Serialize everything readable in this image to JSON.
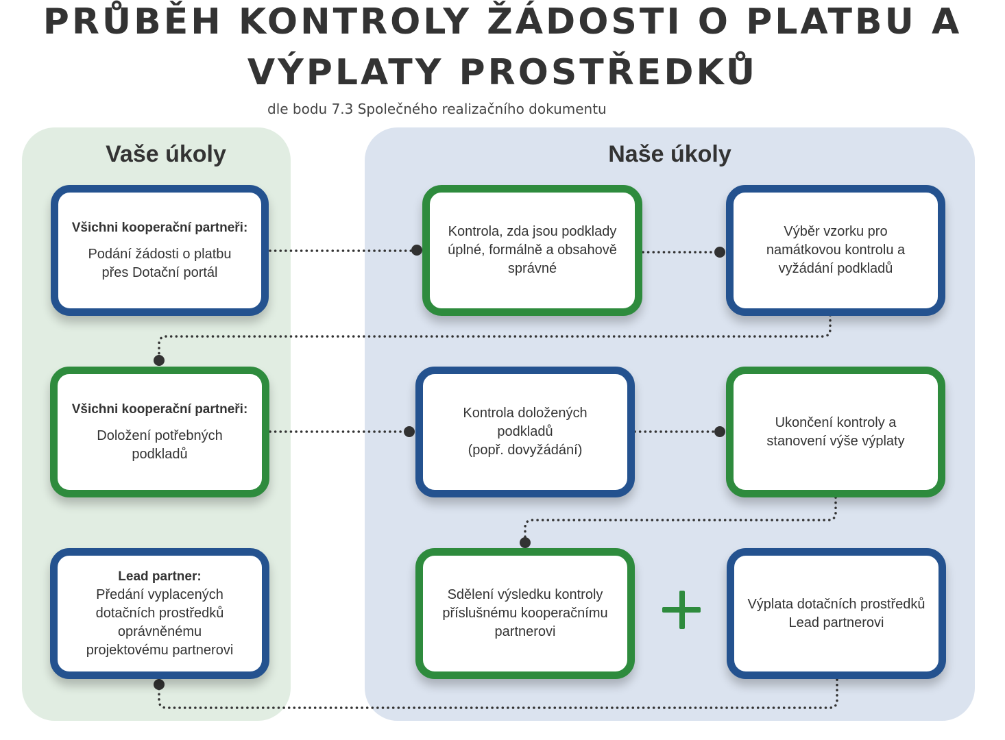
{
  "title": {
    "line1": "PRŮBĚH KONTROLY ŽÁDOSTI O PLATBU A",
    "line2": "VÝPLATY PROSTŘEDKŮ",
    "subtitle": "dle bodu 7.3 Společného realizačního dokumentu"
  },
  "colors": {
    "blue": "#24528f",
    "green": "#2e8b3d",
    "left_panel": "#e1ede2",
    "right_panel": "#dbe3ef",
    "text": "#333333"
  },
  "panels": {
    "left_title": "Vaše úkoly",
    "right_title": "Naše úkoly"
  },
  "boxes": {
    "submit": {
      "head": "Všichni kooperační partneři:",
      "text": "Podání žádosti o platbu přes Dotační portál"
    },
    "check_complete": {
      "text": "Kontrola, zda jsou podklady úplné, formálně a obsahově správné"
    },
    "sample": {
      "text": "Výběr vzorku pro namátkovou kontrolu a vyžádání podkladů"
    },
    "documents": {
      "head": "Všichni kooperační partneři:",
      "text": "Doložení potřebných podkladů"
    },
    "check_docs": {
      "line1": "Kontrola doložených podkladů",
      "line2": "(popř. dovyžádání)"
    },
    "finish": {
      "text": "Ukončení kontroly a stanovení výše výplaty"
    },
    "lead": {
      "head": "Lead partner:",
      "text": "Předání vyplacených dotačních prostředků oprávněnému projektovému partnerovi"
    },
    "notify": {
      "text": "Sdělení výsledku kontroly příslušnému kooperačnímu partnerovi"
    },
    "payout": {
      "text": "Výplata dotačních prostředků Lead partnerovi"
    }
  },
  "plus_symbol": "plus-icon"
}
